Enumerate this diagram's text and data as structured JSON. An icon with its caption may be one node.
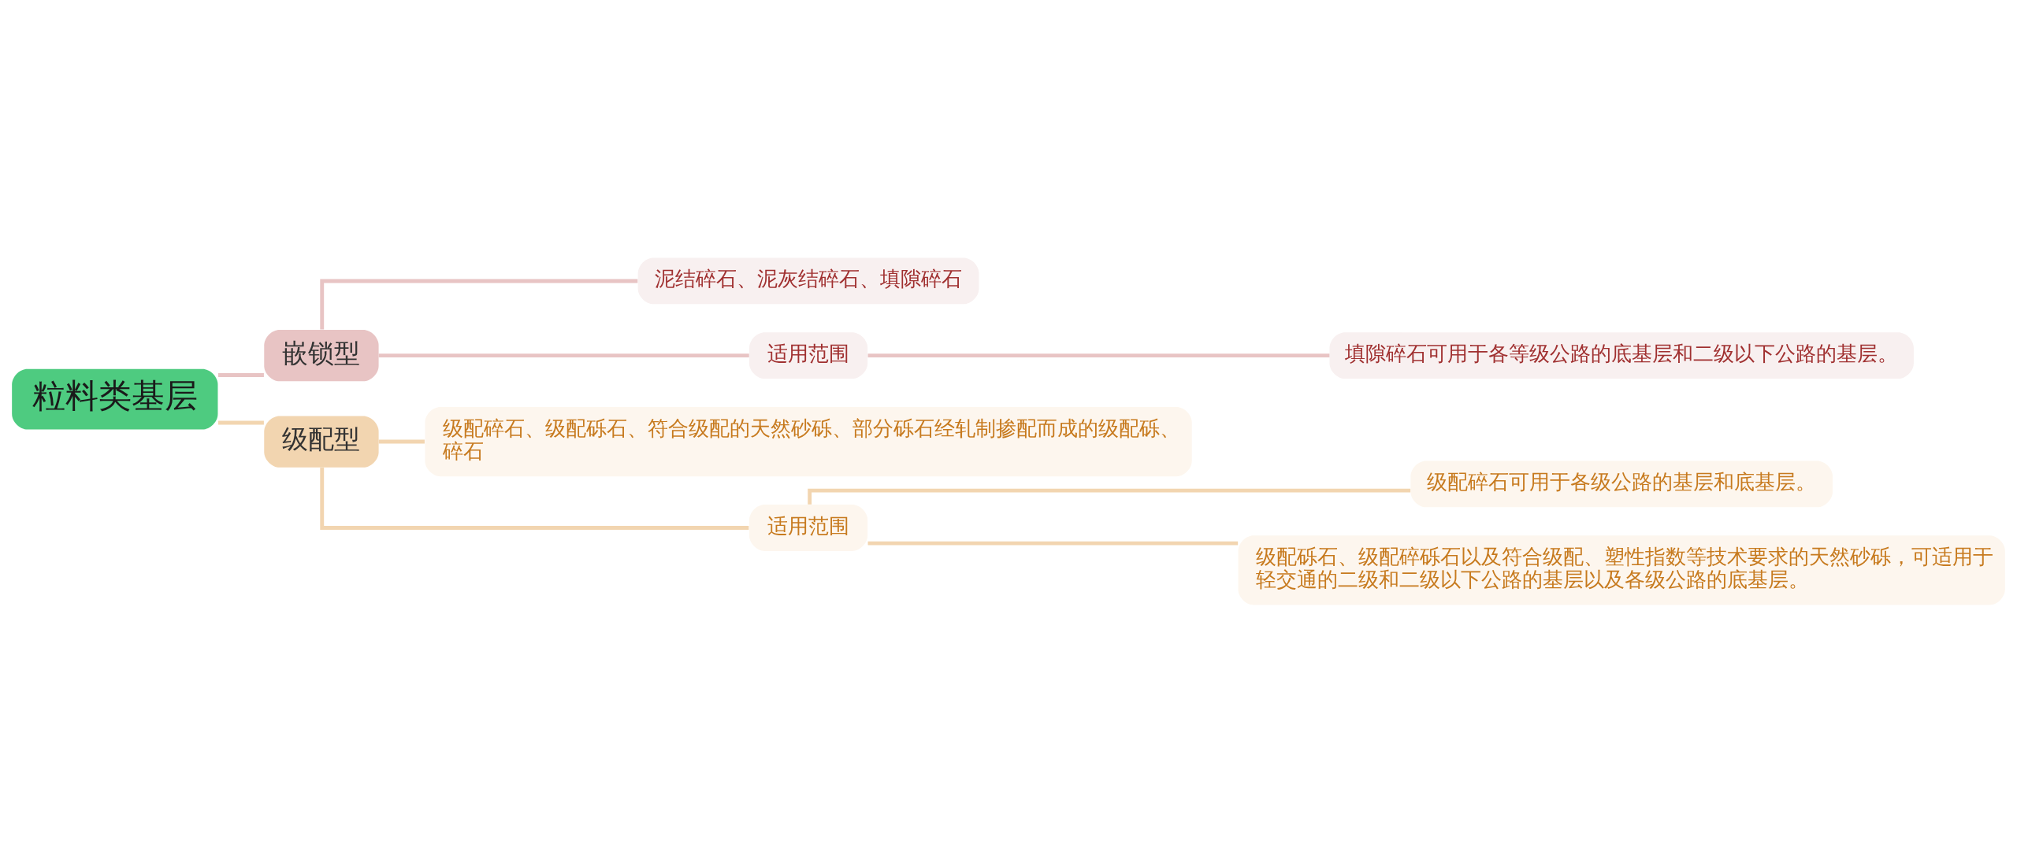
{
  "diagram": {
    "nodes": [
      {
        "text": [
          "粒料类基层"
        ]
      },
      {
        "text": [
          "嵌锁型"
        ]
      },
      {
        "text": [
          "泥结碎石、泥灰结碎石、填隙碎石"
        ]
      },
      {
        "text": [
          "适用范围"
        ]
      },
      {
        "text": [
          "填隙碎石可用于各等级公路的底基层和二级以下公路的基层。"
        ]
      },
      {
        "text": [
          "级配型"
        ]
      },
      {
        "text": [
          "级配碎石、级配砾石、符合级配的天然砂砾、部分砾石经轧制掺配而成的级配砾、碎石"
        ]
      },
      {
        "text": [
          "适用范围"
        ]
      },
      {
        "text": [
          "级配碎石可用于各级公路的基层和底基层。"
        ]
      },
      {
        "text": [
          "级配砾石、级配碎砾石以及符合级配、塑性指数等技术要求的天然砂砾，可适用于轻交通的二级和二级以下公路的基层以及各级公路的底基层。"
        ]
      }
    ],
    "edges": [
      {
        "from": 0,
        "to": 1,
        "arrow": "none",
        "color": "#e8c4c4"
      },
      {
        "from": 1,
        "to": 2,
        "arrow": "none",
        "color": "#e8c4c4"
      },
      {
        "from": 1,
        "to": 3,
        "arrow": "none",
        "color": "#e8c4c4"
      },
      {
        "from": 3,
        "to": 4,
        "arrow": "none",
        "color": "#e8c4c4"
      },
      {
        "from": 0,
        "to": 5,
        "arrow": "none"
      },
      {
        "from": 5,
        "to": 6,
        "arrow": "none"
      },
      {
        "from": 5,
        "to": 7,
        "arrow": "none"
      },
      {
        "from": 7,
        "to": 8,
        "arrow": "none"
      },
      {
        "from": 7,
        "to": 9,
        "arrow": "none"
      }
    ]
  }
}
